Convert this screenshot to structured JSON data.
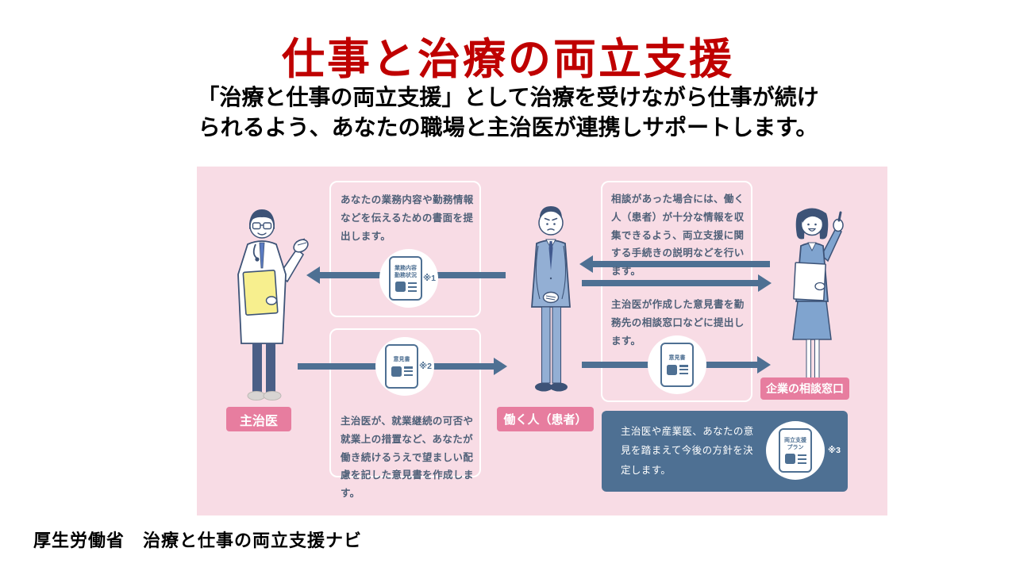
{
  "slide": {
    "title": "仕事と治療の両立支援",
    "subtitle_line1": "「治療と仕事の両立支援」として治療を受けながら仕事が続け",
    "subtitle_line2": "られるよう、あなたの職場と主治医が連携しサポートします。",
    "footer": "厚生労働省　治療と仕事の両立支援ナビ"
  },
  "diagram": {
    "actors": {
      "doctor": "主治医",
      "worker": "働く人（患者）",
      "company": "企業の相談窓口"
    },
    "steps": {
      "step1_pre": "あなたの業務内容や勤務情報などを伝えるための",
      "step1_bold": "書面",
      "step1_post": "を提出します。",
      "step2_pre": "主治医が、就業継続の可否や就業上の措置など、あなたが働き続けるうえで望ましい配慮を記した",
      "step2_bold": "意見書",
      "step2_post": "を作成します。",
      "step3": "相談があった場合には、働く人（患者）が十分な情報を収集できるよう、両立支援に関する手続きの説明などを行います。",
      "step4": "主治医が作成した意見書を勤務先の相談窓口などに提出します。",
      "step5": "主治医や産業医、あなたの意見を踏まえて今後の方針を決定します。"
    },
    "documents": {
      "doc1_line1": "業務内容",
      "doc1_line2": "勤務状況",
      "doc1_ref": "※1",
      "doc2_label": "意見書",
      "doc2_ref": "※2",
      "doc3_label": "意見書",
      "doc4_line1": "両立支援",
      "doc4_line2": "プラン",
      "doc4_ref": "※3"
    },
    "colors": {
      "title_red": "#bf0000",
      "diagram_background": "#f8dce5",
      "arrow_navy": "#4e7093",
      "badge_pink": "#e77d9f",
      "body_text_slate": "#4f6078"
    }
  }
}
